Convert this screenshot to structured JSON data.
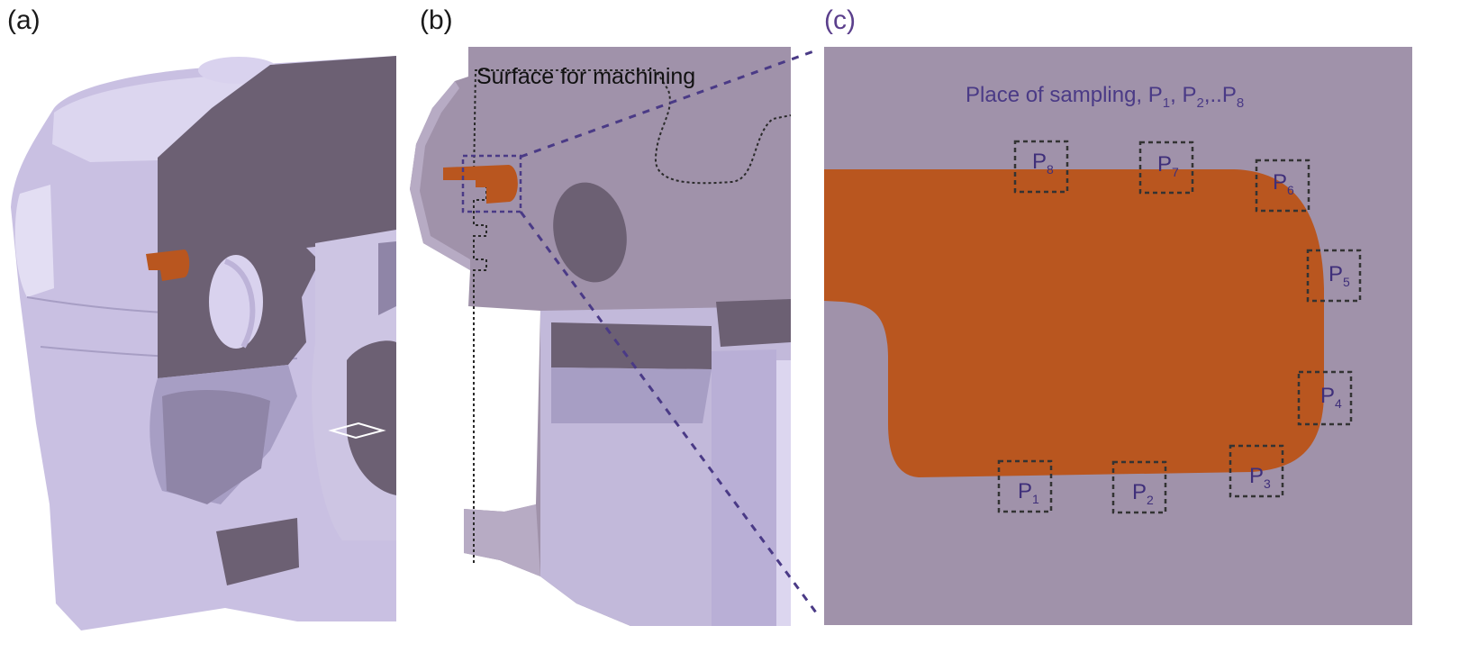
{
  "panels": {
    "a": {
      "label": "(a)"
    },
    "b": {
      "label": "(b)",
      "callout": "Surface for machining"
    },
    "c": {
      "label": "(c)",
      "title_main": "Place of sampling, P",
      "title_sub1": "1",
      "title_sep1": ", P",
      "title_sub2": "2",
      "title_sep2": ",..P",
      "title_sub3": "8"
    }
  },
  "sampling_points": [
    {
      "main": "P",
      "sub": "1"
    },
    {
      "main": "P",
      "sub": "2"
    },
    {
      "main": "P",
      "sub": "3"
    },
    {
      "main": "P",
      "sub": "4"
    },
    {
      "main": "P",
      "sub": "5"
    },
    {
      "main": "P",
      "sub": "6"
    },
    {
      "main": "P",
      "sub": "7"
    },
    {
      "main": "P",
      "sub": "8"
    }
  ],
  "colors": {
    "part_light": "#cfc6e6",
    "part_mid": "#b9afd6",
    "section_dark": "#6c6073",
    "section_plane": "#a092aa",
    "insert_orange": "#b9561f",
    "callout_purple": "#4a3a86"
  }
}
